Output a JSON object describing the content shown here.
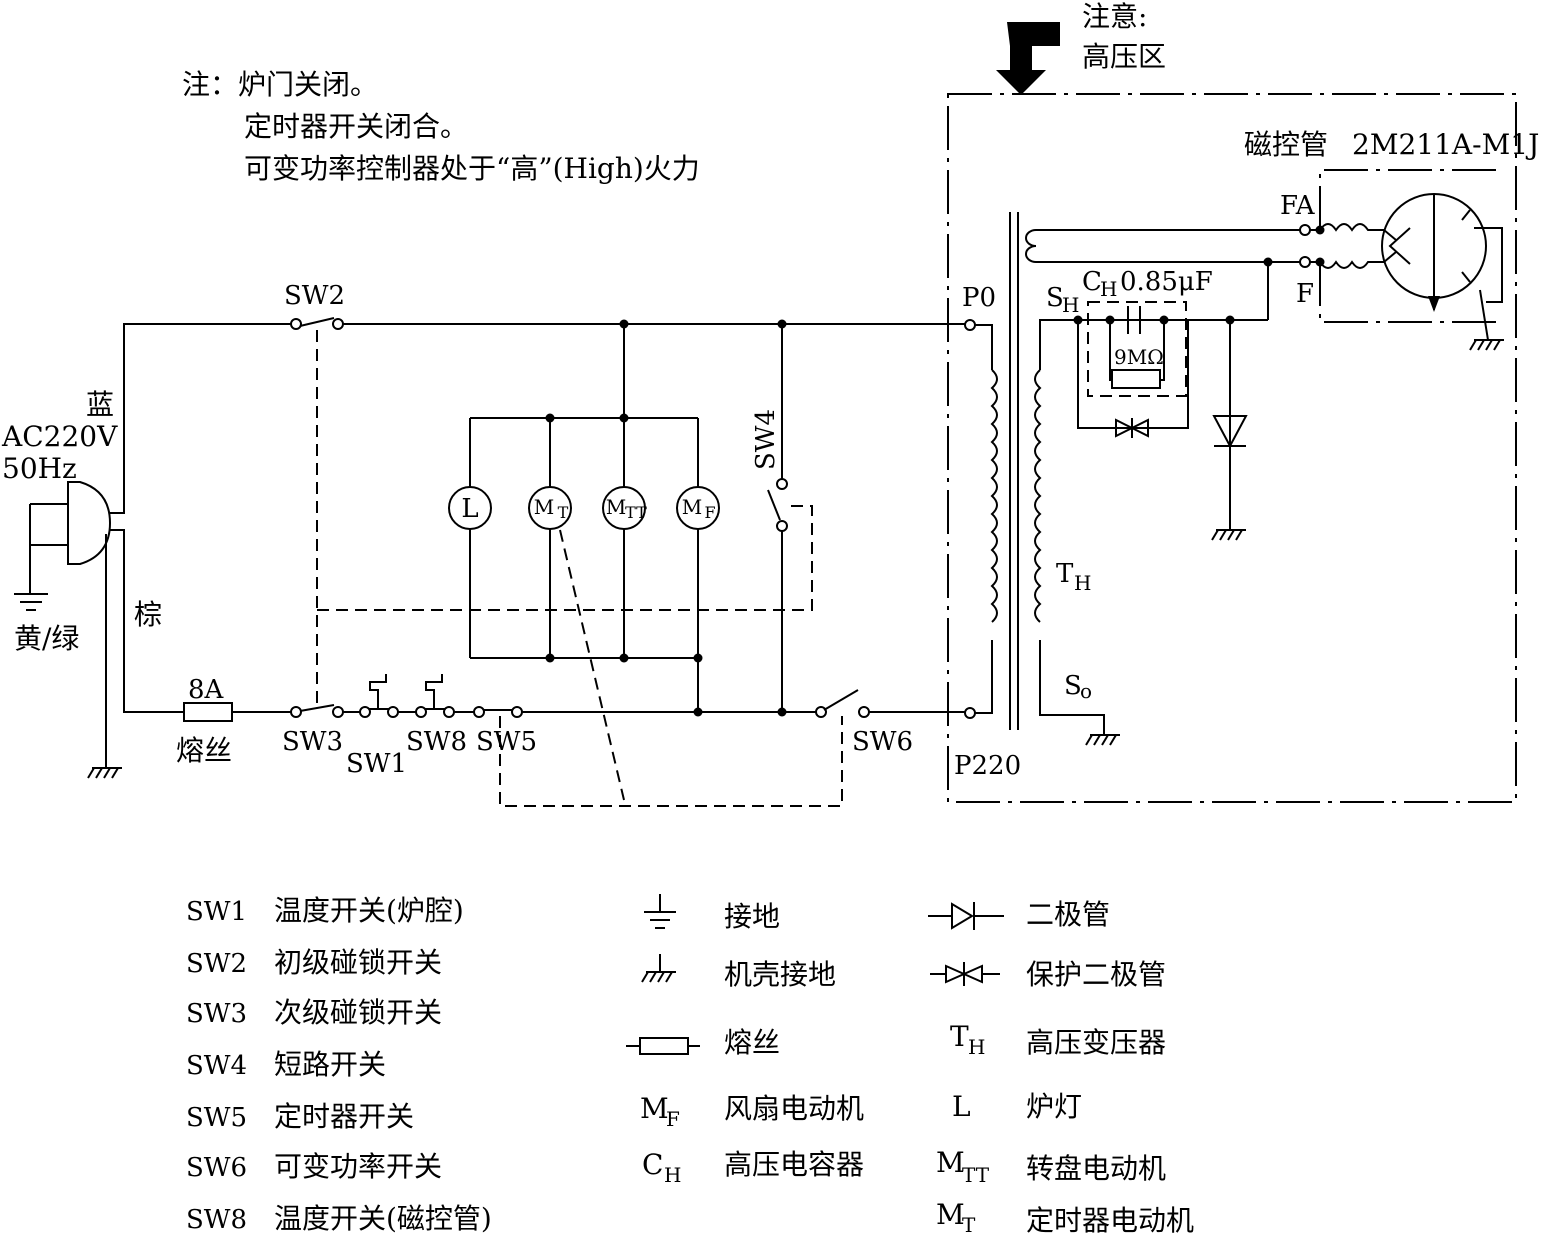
{
  "notes": {
    "title": "注：炉门关闭。",
    "line2": "定时器开关闭合。",
    "line3": "可变功率控制器处于“高”(High)火力"
  },
  "warning": {
    "line1": "注意:",
    "line2": "高压区"
  },
  "power": {
    "voltage": "AC220V",
    "frequency": "50Hz",
    "wire_blue": "蓝",
    "wire_brown": "棕",
    "wire_ground": "黄/绿"
  },
  "fuse": {
    "rating": "8A",
    "label": "熔丝"
  },
  "switches": {
    "sw1": "SW1",
    "sw2": "SW2",
    "sw3": "SW3",
    "sw4": "SW4",
    "sw5": "SW5",
    "sw6": "SW6",
    "sw8": "SW8"
  },
  "loads": {
    "lamp": "L",
    "timer_motor": {
      "main": "M",
      "sub": "T"
    },
    "turntable_motor": {
      "main": "M",
      "sub": "TT"
    },
    "fan_motor": {
      "main": "M",
      "sub": "F"
    }
  },
  "transformer": {
    "primary_top": "P0",
    "primary_bottom": "P220",
    "sh": {
      "main": "S",
      "sub": "H"
    },
    "th": {
      "main": "T",
      "sub": "H"
    },
    "so": {
      "main": "S",
      "sub": "o"
    }
  },
  "hv": {
    "capacitor": {
      "main": "C",
      "sub": "H",
      "value": "0.85μF"
    },
    "resistor": "9MΩ",
    "magnetron": "磁控管",
    "magnetron_model": "2M211A-M1J",
    "fa": "FA",
    "f": "F"
  },
  "legend_switches": [
    {
      "code": "SW1",
      "desc": "温度开关(炉腔)"
    },
    {
      "code": "SW2",
      "desc": "初级碰锁开关"
    },
    {
      "code": "SW3",
      "desc": "次级碰锁开关"
    },
    {
      "code": "SW4",
      "desc": "短路开关"
    },
    {
      "code": "SW5",
      "desc": "定时器开关"
    },
    {
      "code": "SW6",
      "desc": "可变功率开关"
    },
    {
      "code": "SW8",
      "desc": "温度开关(磁控管)"
    }
  ],
  "legend_symbols_mid": [
    {
      "desc": "接地"
    },
    {
      "desc": "机壳接地"
    },
    {
      "desc": "熔丝"
    },
    {
      "sym": "M",
      "sub": "F",
      "desc": "风扇电动机"
    },
    {
      "sym": "C",
      "sub": "H",
      "desc": "高压电容器"
    }
  ],
  "legend_symbols_right": [
    {
      "desc": "二极管"
    },
    {
      "desc": "保护二极管"
    },
    {
      "sym": "T",
      "sub": "H",
      "desc": "高压变压器"
    },
    {
      "sym": "L",
      "sub": "",
      "desc": "炉灯"
    },
    {
      "sym": "M",
      "sub": "TT",
      "desc": "转盘电动机"
    },
    {
      "sym": "M",
      "sub": "T",
      "desc": "定时器电动机"
    }
  ]
}
